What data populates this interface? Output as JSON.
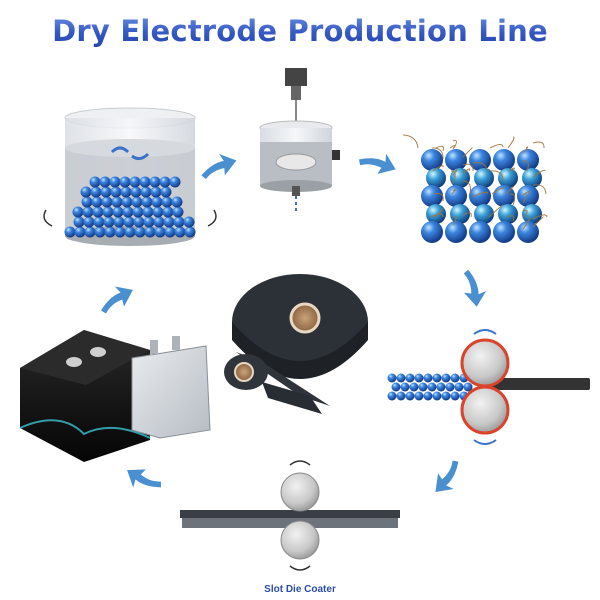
{
  "title": "Dry Electrode Production Line",
  "stages": [
    {
      "name": "powder-mixing"
    },
    {
      "name": "high-shear-mixer"
    },
    {
      "name": "fibrillated-mixture"
    },
    {
      "name": "calender-rolling"
    },
    {
      "name": "slot-die-coater",
      "label": "Slot Die Coater"
    },
    {
      "name": "battery-cells"
    },
    {
      "name": "electrode-film-roll"
    }
  ],
  "colors": {
    "title": "#3558c4",
    "arrow": "#4a90d0",
    "particle": "#2f6fd1",
    "roller_ring": "#d9442b",
    "film": "#2a2f36"
  }
}
